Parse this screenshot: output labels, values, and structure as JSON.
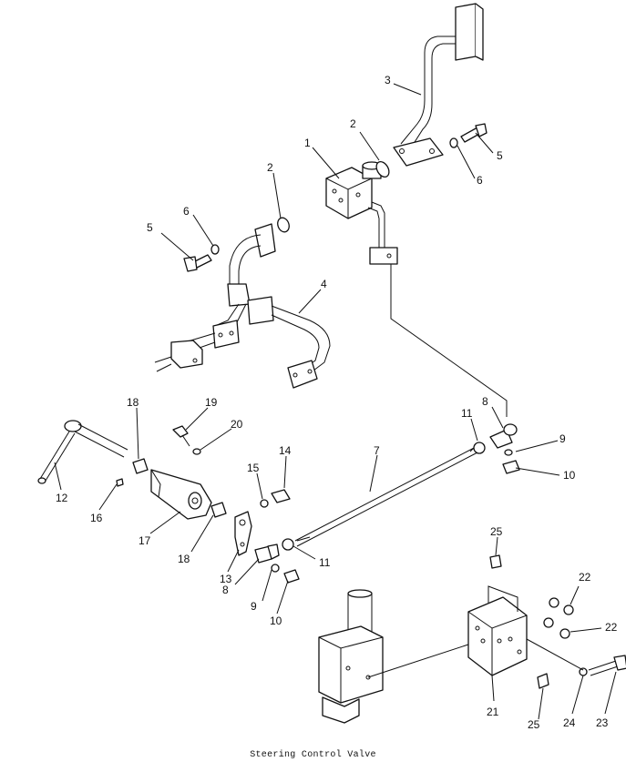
{
  "caption": "Steering Control Valve",
  "callouts": [
    {
      "id": "c1",
      "label": "1"
    },
    {
      "id": "c2a",
      "label": "2"
    },
    {
      "id": "c2b",
      "label": "2"
    },
    {
      "id": "c3",
      "label": "3"
    },
    {
      "id": "c4",
      "label": "4"
    },
    {
      "id": "c5a",
      "label": "5"
    },
    {
      "id": "c5b",
      "label": "5"
    },
    {
      "id": "c6a",
      "label": "6"
    },
    {
      "id": "c6b",
      "label": "6"
    },
    {
      "id": "c7",
      "label": "7"
    },
    {
      "id": "c8a",
      "label": "8"
    },
    {
      "id": "c8b",
      "label": "8"
    },
    {
      "id": "c9a",
      "label": "9"
    },
    {
      "id": "c9b",
      "label": "9"
    },
    {
      "id": "c10a",
      "label": "10"
    },
    {
      "id": "c10b",
      "label": "10"
    },
    {
      "id": "c11a",
      "label": "11"
    },
    {
      "id": "c11b",
      "label": "11"
    },
    {
      "id": "c12",
      "label": "12"
    },
    {
      "id": "c13",
      "label": "13"
    },
    {
      "id": "c14",
      "label": "14"
    },
    {
      "id": "c15",
      "label": "15"
    },
    {
      "id": "c16",
      "label": "16"
    },
    {
      "id": "c17",
      "label": "17"
    },
    {
      "id": "c18a",
      "label": "18"
    },
    {
      "id": "c18b",
      "label": "18"
    },
    {
      "id": "c19",
      "label": "19"
    },
    {
      "id": "c20",
      "label": "20"
    },
    {
      "id": "c21",
      "label": "21"
    },
    {
      "id": "c22a",
      "label": "22"
    },
    {
      "id": "c22b",
      "label": "22"
    },
    {
      "id": "c23",
      "label": "23"
    },
    {
      "id": "c24",
      "label": "24"
    },
    {
      "id": "c25a",
      "label": "25"
    },
    {
      "id": "c25b",
      "label": "25"
    }
  ]
}
